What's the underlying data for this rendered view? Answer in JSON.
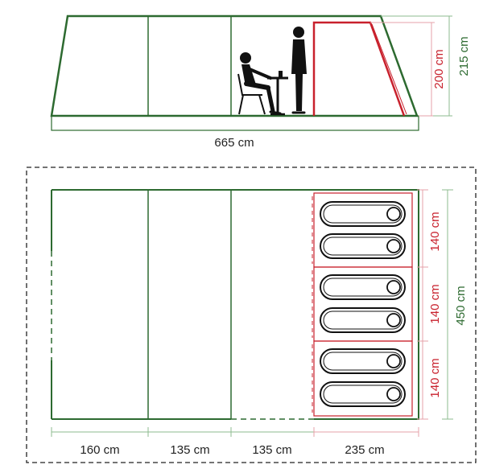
{
  "colors": {
    "outline_green": "#2d6a30",
    "bedroom_red": "#c8202c",
    "dim_pink": "#e5a2a8",
    "dim_green": "#8dbb8f",
    "text": "#222222",
    "figure": "#111111"
  },
  "side_view": {
    "length_label": "665 cm",
    "bedroom_height_label": "200 cm",
    "total_height_label": "215 cm"
  },
  "floor_plan": {
    "depth_label": "450 cm",
    "bedroom_labels": [
      "140 cm",
      "140 cm",
      "140 cm"
    ],
    "section_labels": [
      "160 cm",
      "135 cm",
      "135 cm",
      "235 cm"
    ],
    "sleeping_bag_count": 6
  }
}
